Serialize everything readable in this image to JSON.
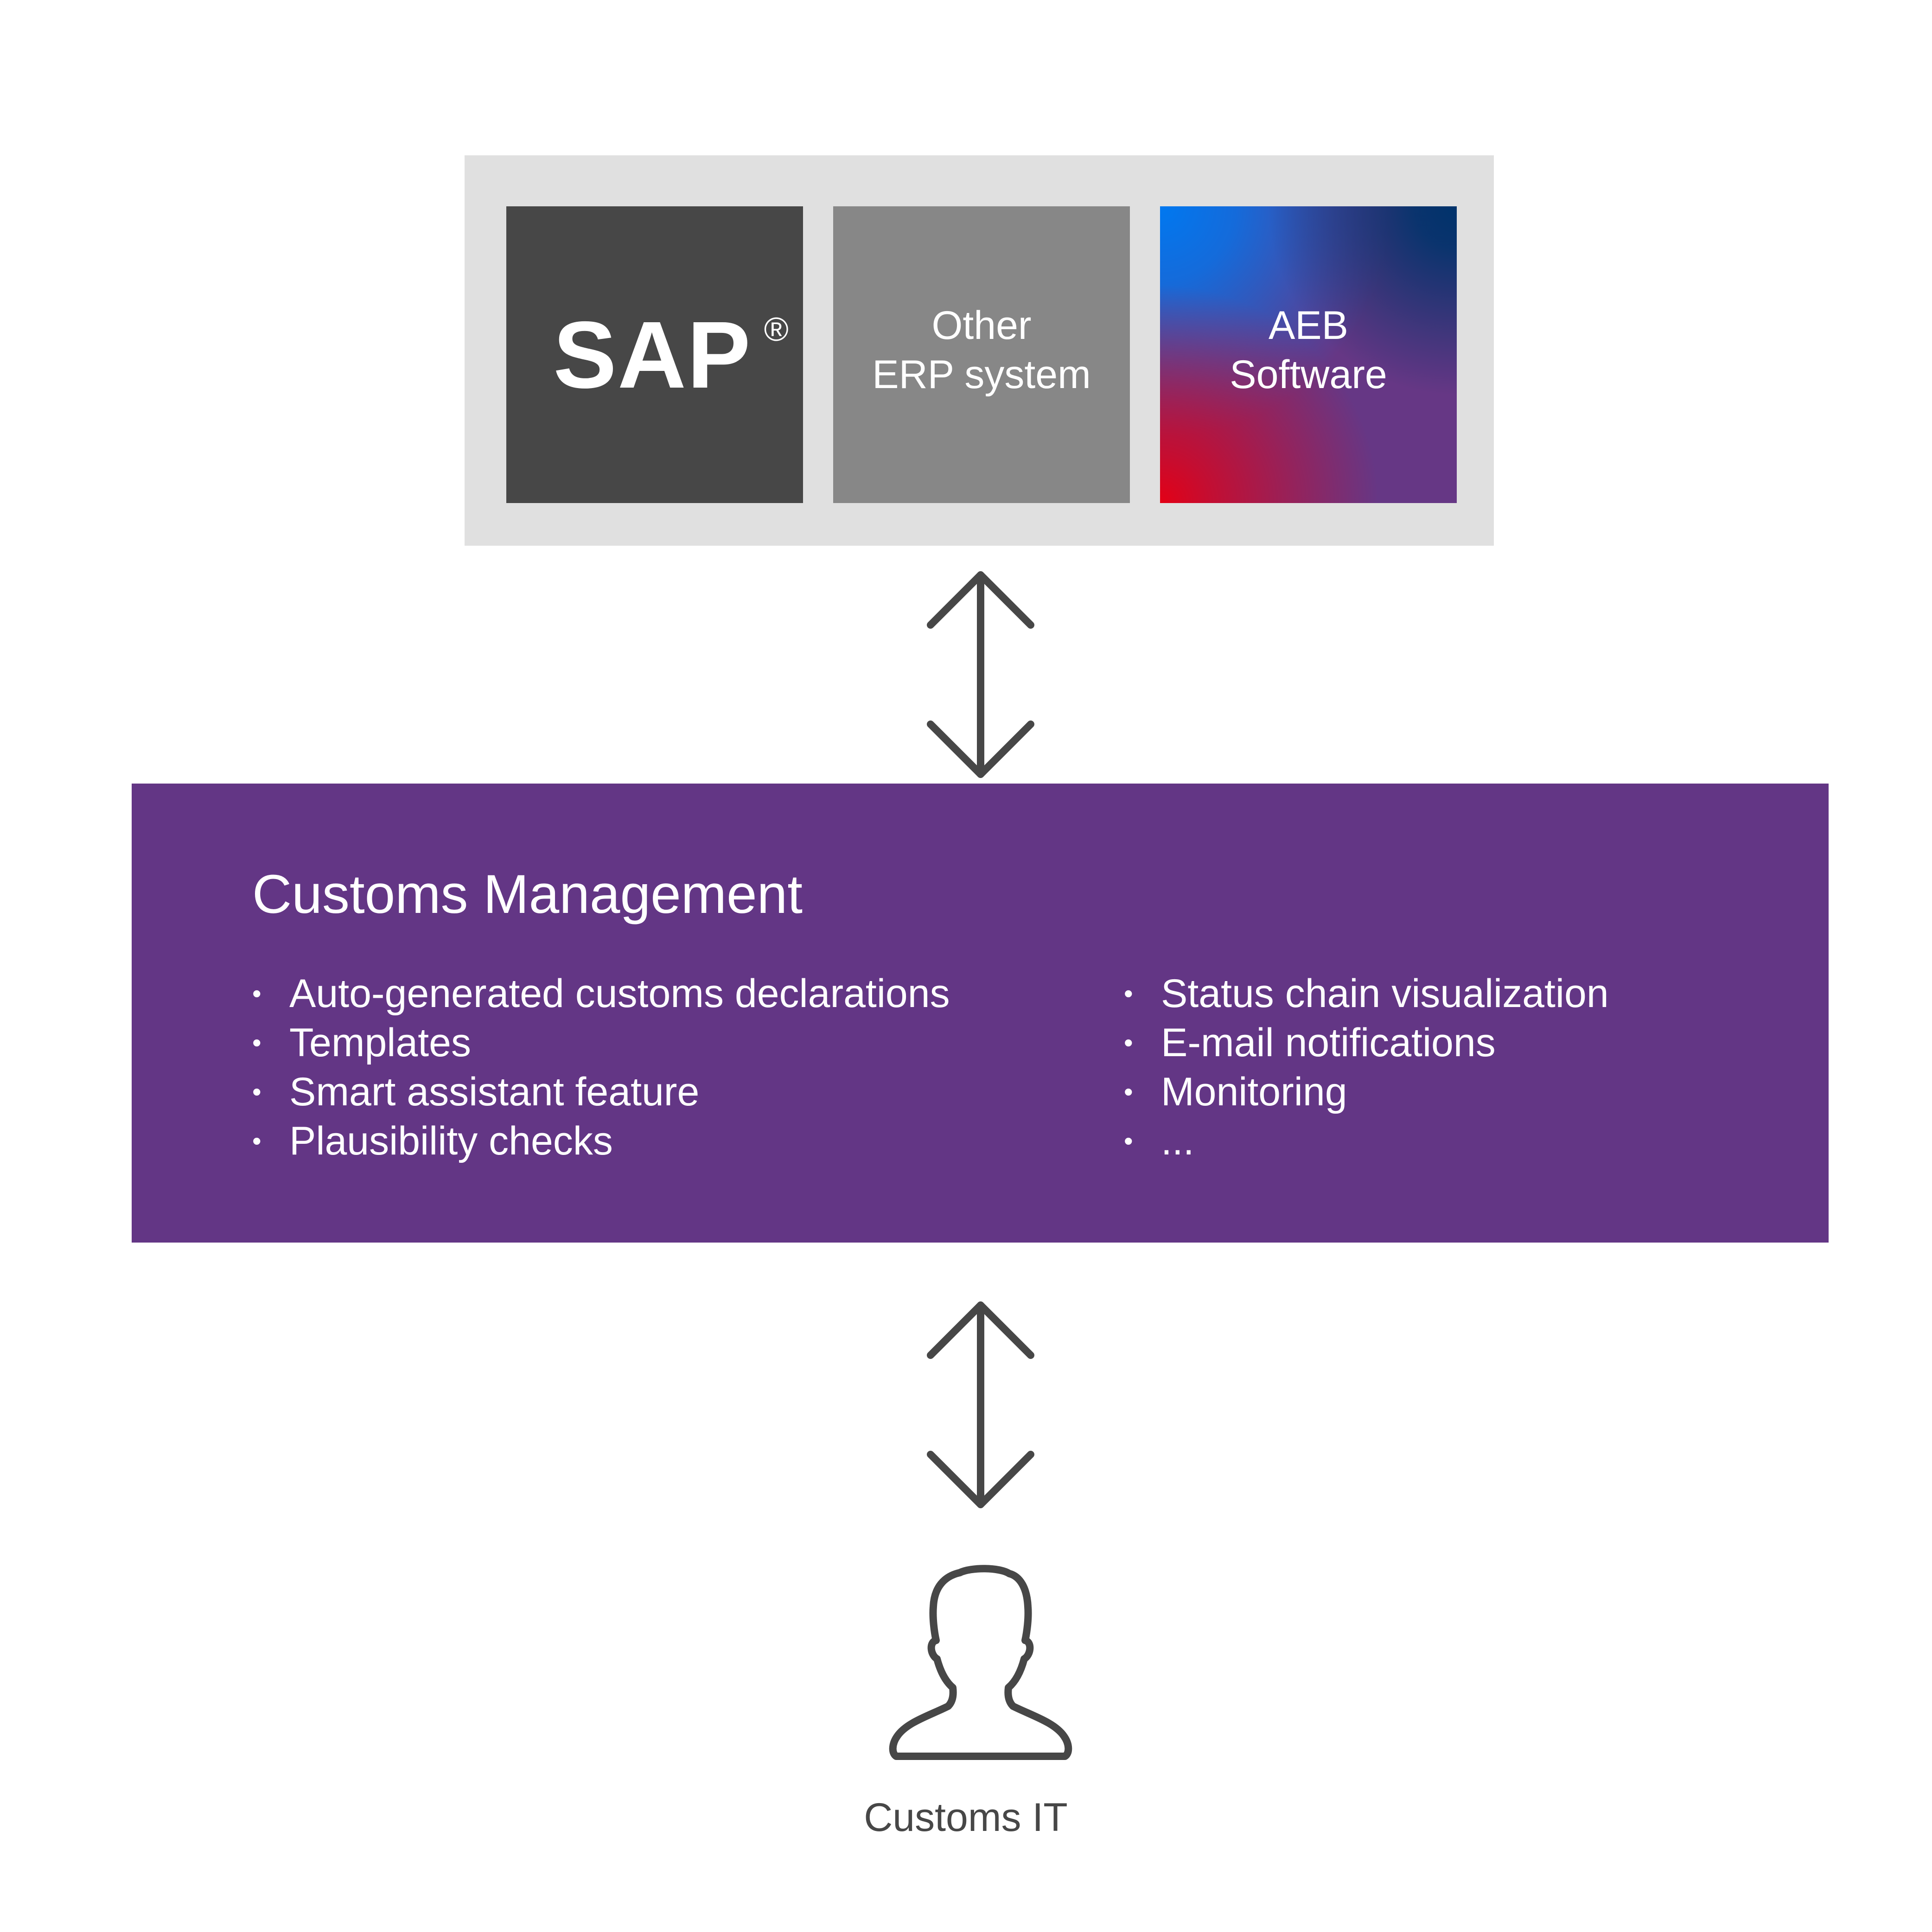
{
  "systems": {
    "sap": {
      "logo_text": "SAP",
      "registered_mark": "®"
    },
    "other_erp": {
      "line1": "Other",
      "line2": "ERP system"
    },
    "aeb": {
      "line1": "AEB",
      "line2": "Software"
    }
  },
  "customs_management": {
    "title": "Customs Management",
    "bullet_symbol": "•",
    "features_left": [
      "Auto-generated customs declarations",
      "Templates",
      "Smart assistant feature",
      "Plausibility checks"
    ],
    "features_right": [
      "Status chain visualization",
      "E-mail notifications",
      "Monitoring",
      "..."
    ]
  },
  "person": {
    "label": "Customs IT",
    "icon": "user-outline-icon"
  },
  "colors": {
    "panel_gray": "#e0e0e0",
    "sap_box": "#474747",
    "erp_box": "#878787",
    "aeb_gradient": [
      "#0078f0",
      "#00336b",
      "#663785",
      "#e30016"
    ],
    "customs_purple": "#633685",
    "arrow": "#474747",
    "text_dark": "#474747"
  }
}
